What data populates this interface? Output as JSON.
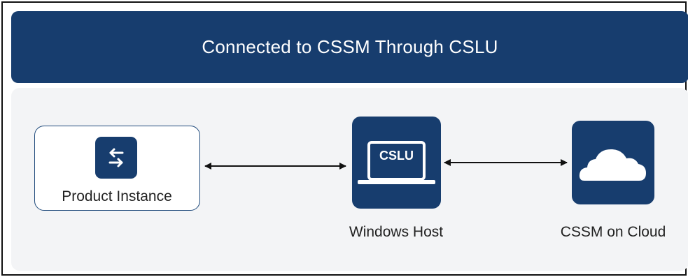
{
  "banner": {
    "title": "Connected to CSSM Through CSLU"
  },
  "nodes": {
    "product_instance": {
      "label": "Product Instance",
      "icon": "swap-arrows-icon"
    },
    "windows_host": {
      "label": "Windows Host",
      "icon": "laptop-icon",
      "screen_text": "CSLU"
    },
    "cssm_cloud": {
      "label": "CSSM on Cloud",
      "icon": "cloud-icon"
    }
  },
  "colors": {
    "navy": "#173d6e",
    "panel": "#f3f4f6",
    "border": "#1f4a7c",
    "arrow": "#111111"
  }
}
